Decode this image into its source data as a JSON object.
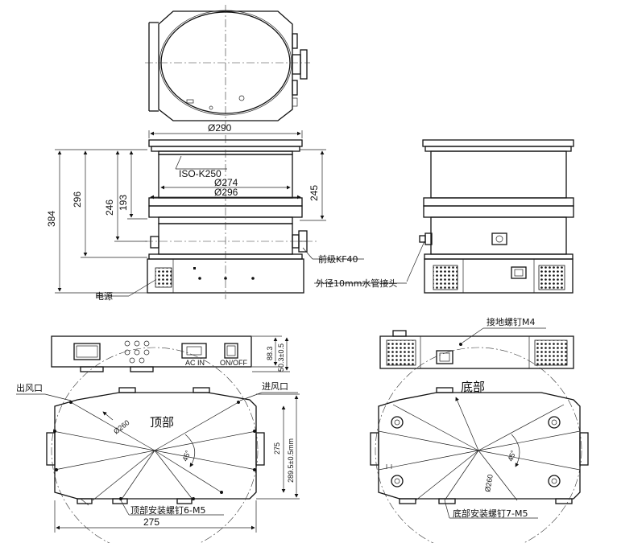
{
  "labels": {
    "dia_290": "Ø290",
    "flange": "ISO-K250",
    "dia_274": "Ø274",
    "dia_296": "Ø296",
    "h_384": "384",
    "h_296": "296",
    "h_246": "246",
    "h_193": "193",
    "h_245": "245",
    "foreline": "前级KF40",
    "power": "电源",
    "water": "外径10mm水管接头",
    "ctrl_h1": "88.3",
    "ctrl_h2": "50.3±0.5",
    "ac_in": "AC IN",
    "on_off": "ON/OFF",
    "ground_screw": "接地螺钉M4",
    "outlet": "出风口",
    "inlet": "进风口",
    "top": "顶部",
    "bottom": "底部",
    "top_dia": "Ø260",
    "bottom_dia": "Ø260",
    "top_angle": "45°",
    "bottom_angle": "45°",
    "top_h1": "275",
    "top_h2": "289.5±0.5mm",
    "top_screws": "顶部安装螺钉6-M5",
    "bottom_screws": "底部安装螺钉7-M5",
    "top_w": "275"
  }
}
